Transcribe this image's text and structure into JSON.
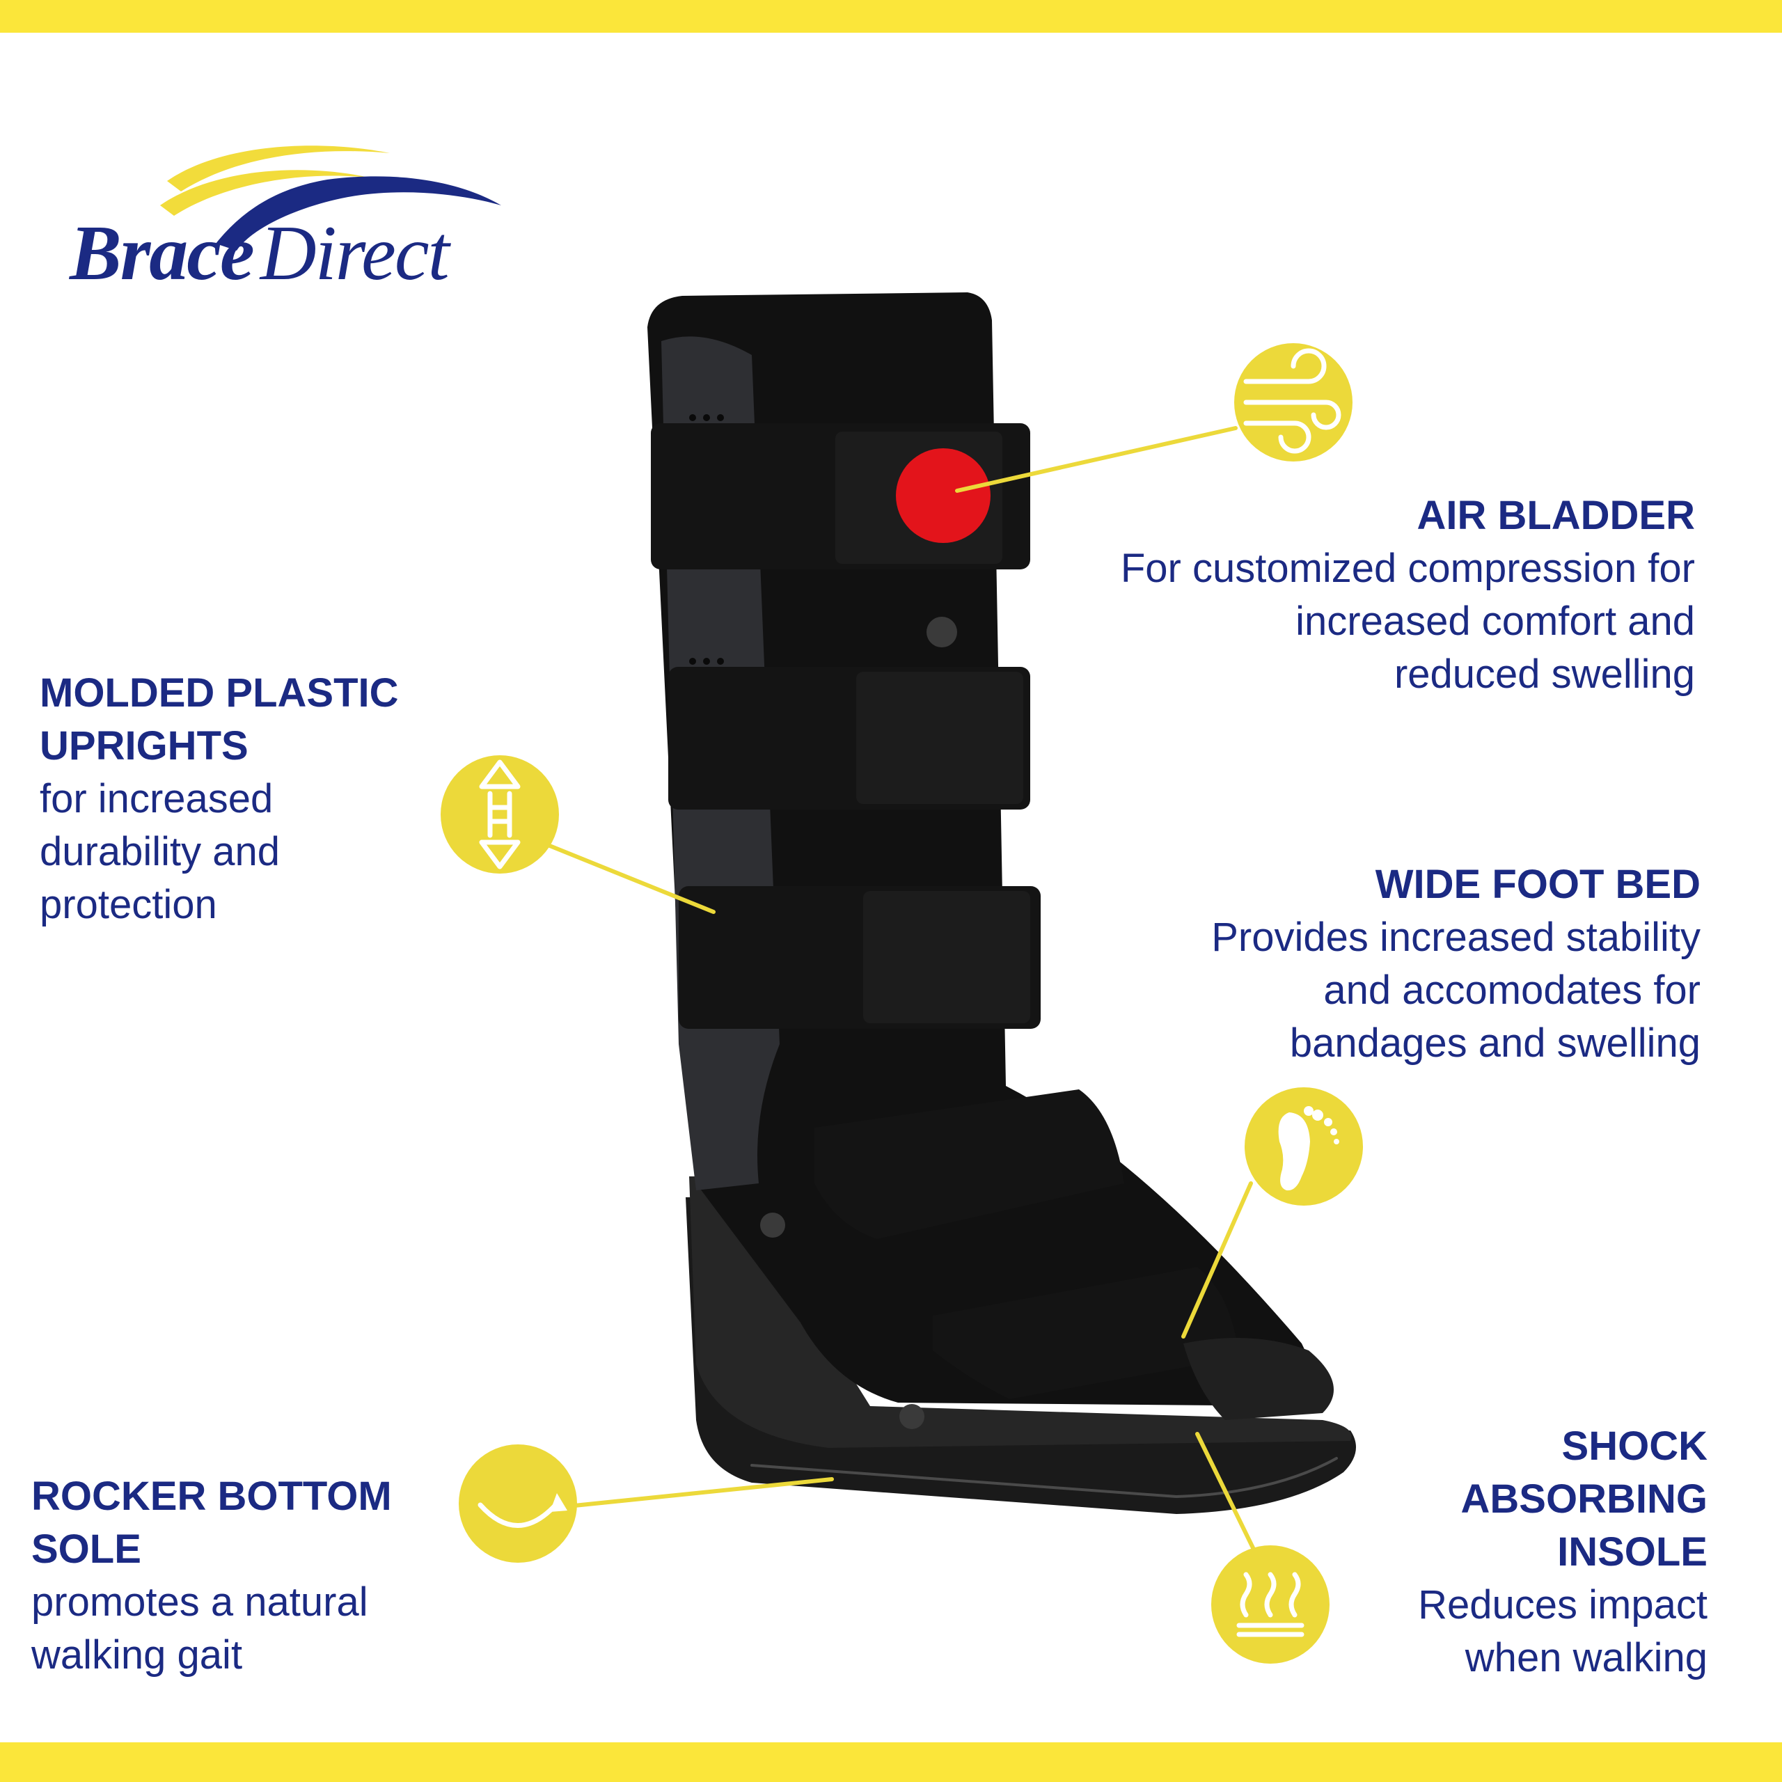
{
  "brand": {
    "name_part1": "Brace",
    "name_part2": "Direct",
    "colors": {
      "navy": "#1b2a83",
      "yellow": "#f2dc3b",
      "band_yellow": "#fbe63a",
      "circle_yellow": "#ecd93a",
      "boot_black": "#111111",
      "bladder_red": "#e3141b"
    }
  },
  "features": {
    "air_bladder": {
      "title": "AIR BLADDER",
      "desc": [
        "For customized compression for",
        "increased comfort and",
        "reduced swelling"
      ],
      "icon": "wind-air-icon"
    },
    "molded_uprights": {
      "title": [
        "MOLDED PLASTIC",
        "UPRIGHTS"
      ],
      "desc": [
        "for increased",
        "durability and",
        "protection"
      ],
      "icon": "vertical-arrows-icon"
    },
    "wide_foot_bed": {
      "title": "WIDE FOOT BED",
      "desc": [
        "Provides increased stability",
        "and accomodates for",
        "bandages and swelling"
      ],
      "icon": "footprint-icon"
    },
    "rocker_sole": {
      "title": [
        "ROCKER BOTTOM",
        "SOLE"
      ],
      "desc": [
        "promotes a natural",
        "walking gait"
      ],
      "icon": "curved-arrow-icon"
    },
    "shock_insole": {
      "title": [
        "SHOCK",
        "ABSORBING",
        "INSOLE"
      ],
      "desc": [
        "Reduces impact",
        "when walking"
      ],
      "icon": "heat-waves-icon"
    }
  }
}
